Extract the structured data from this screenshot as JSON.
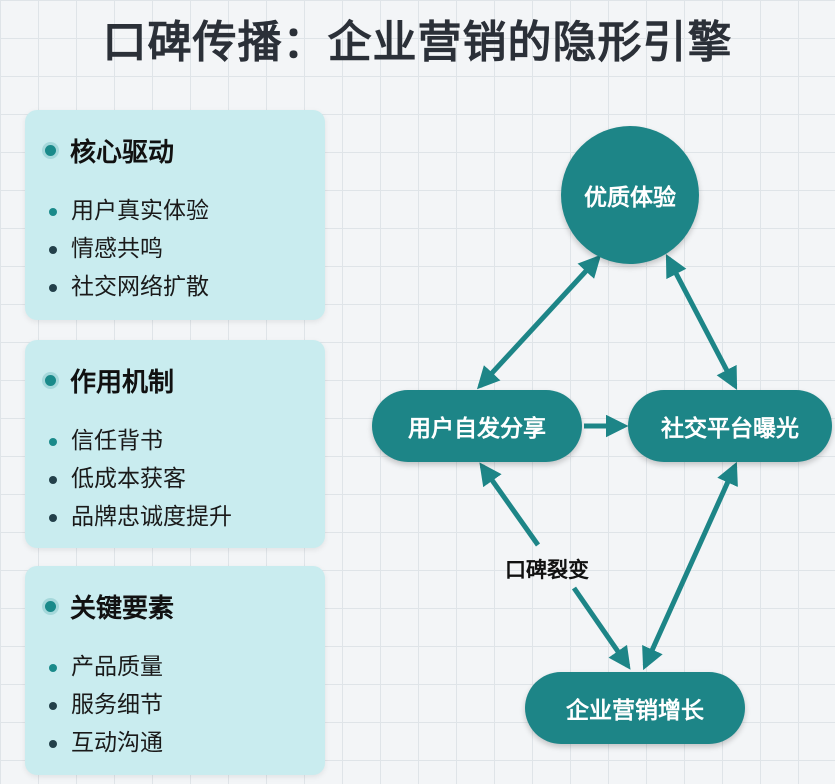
{
  "title": "口碑传播：企业营销的隐形引擎",
  "panels": [
    {
      "heading": "核心驱动",
      "items": [
        "用户真实体验",
        "情感共鸣",
        "社交网络扩散"
      ]
    },
    {
      "heading": "作用机制",
      "items": [
        "信任背书",
        "低成本获客",
        "品牌忠诚度提升"
      ]
    },
    {
      "heading": "关键要素",
      "items": [
        "产品质量",
        "服务细节",
        "互动沟通"
      ]
    }
  ],
  "diagram": {
    "top": "优质体验",
    "left": "用户自发分享",
    "right": "社交平台曝光",
    "bottom": "企业营销增长",
    "edge_label": "口碑裂变"
  },
  "colors": {
    "accent": "#1d8587",
    "panel": "#c9ecef"
  }
}
